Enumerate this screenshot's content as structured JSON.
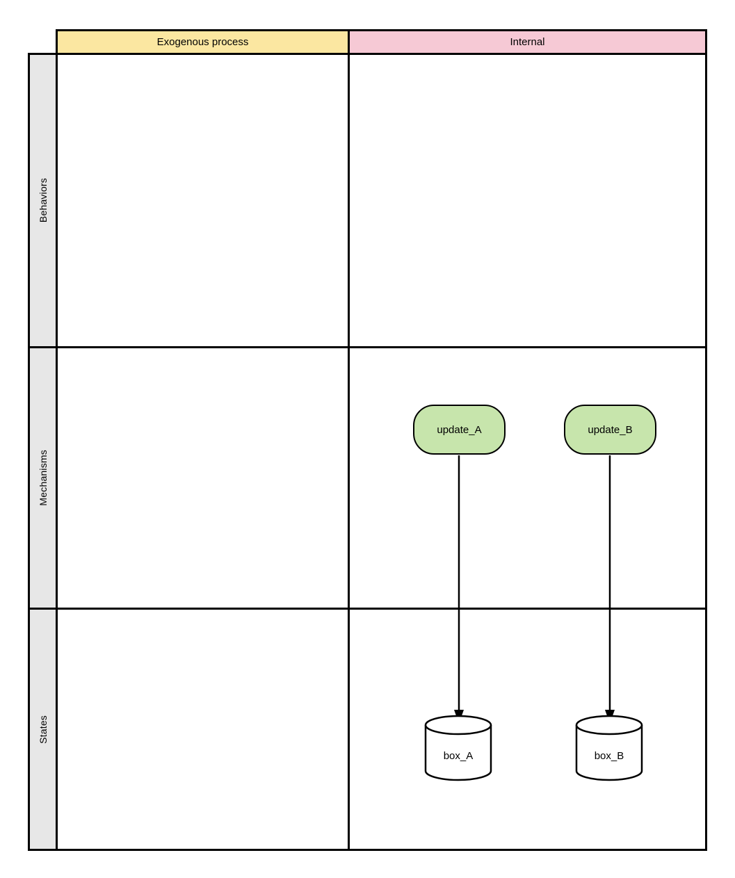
{
  "grid": {
    "column_headers": [
      {
        "label": "Exogenous process",
        "color": "#fbe7a1"
      },
      {
        "label": "Internal",
        "color": "#f6c9d5"
      }
    ],
    "row_headers": [
      {
        "label": "Behaviors"
      },
      {
        "label": "Mechanisms"
      },
      {
        "label": "States"
      }
    ],
    "row_header_bg": "#e7e7e7",
    "border_color": "#000000"
  },
  "nodes": [
    {
      "id": "update_A",
      "label": "update_A",
      "shape": "rounded-process",
      "fill": "#c7e5ac",
      "row": "Mechanisms",
      "column": "Internal"
    },
    {
      "id": "update_B",
      "label": "update_B",
      "shape": "rounded-process",
      "fill": "#c7e5ac",
      "row": "Mechanisms",
      "column": "Internal"
    },
    {
      "id": "box_A",
      "label": "box_A",
      "shape": "cylinder",
      "fill": "#ffffff",
      "row": "States",
      "column": "Internal"
    },
    {
      "id": "box_B",
      "label": "box_B",
      "shape": "cylinder",
      "fill": "#ffffff",
      "row": "States",
      "column": "Internal"
    }
  ],
  "edges": [
    {
      "from": "update_A",
      "to": "box_A",
      "style": "solid-arrow"
    },
    {
      "from": "update_B",
      "to": "box_B",
      "style": "solid-arrow"
    }
  ]
}
